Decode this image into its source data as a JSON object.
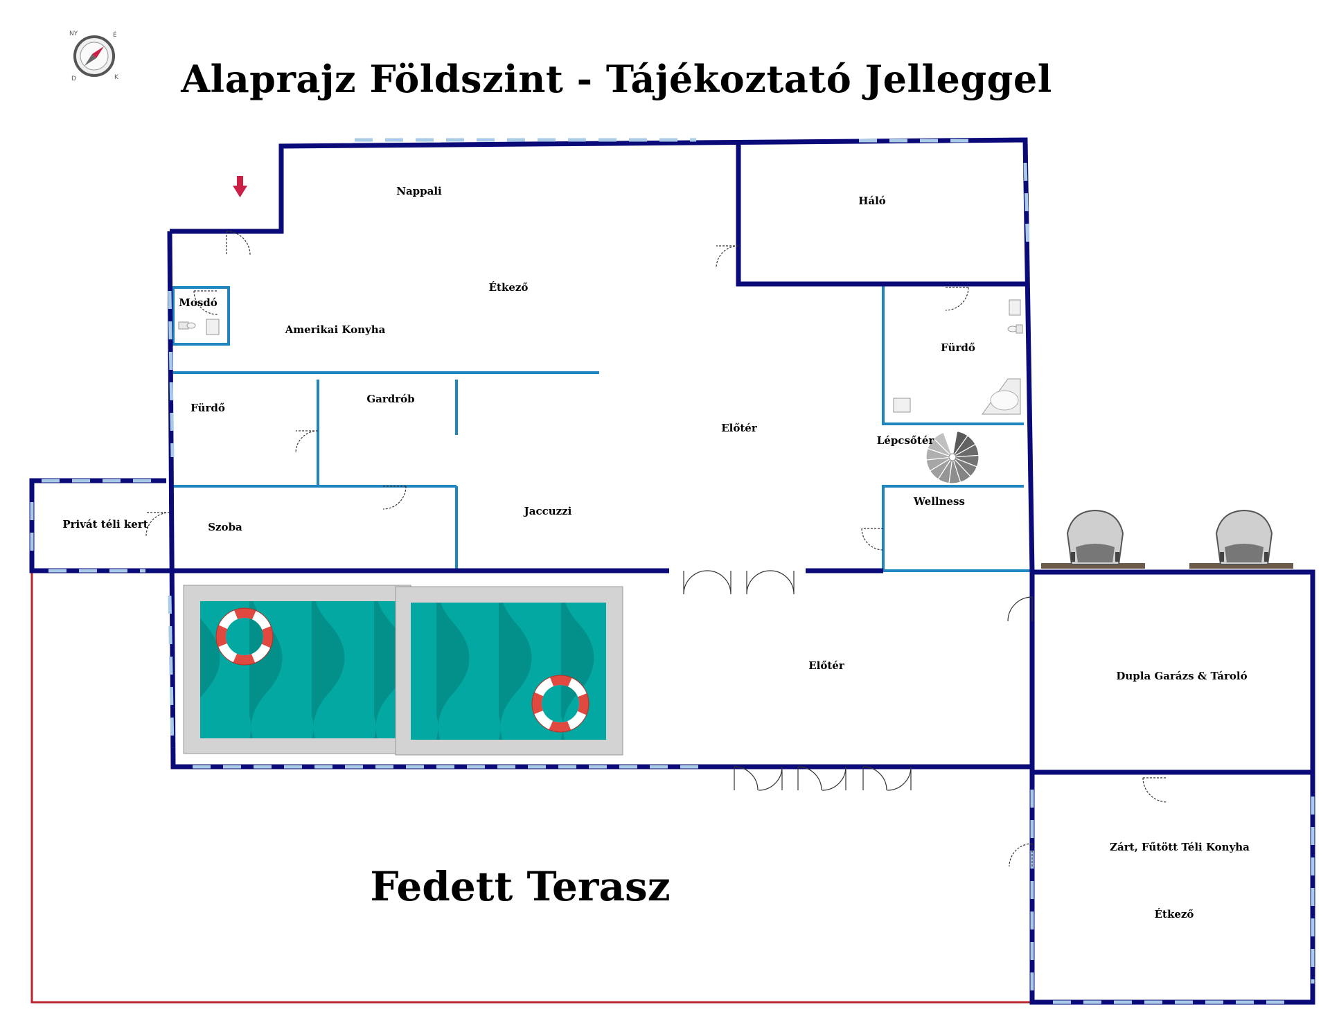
{
  "page": {
    "title": "Alaprajz Földszint - Tájékoztató Jelleggel"
  },
  "compass": {
    "letters": [
      "NY",
      "É",
      "K",
      "D"
    ]
  },
  "rooms": {
    "nappali": "Nappali",
    "etkezo": "Étkező",
    "amerikai_konyha": "Amerikai Konyha",
    "mosdo": "Mosdó",
    "halo": "Háló",
    "furdo_right": "Fürdő",
    "furdo_left": "Fürdő",
    "gardrob": "Gardrób",
    "eloter_upper": "Előtér",
    "lepcsoter": "Lépcsőtér",
    "wellness": "Wellness",
    "jaccuzzi": "Jaccuzzi",
    "szoba": "Szoba",
    "privat_teli_kert": "Privát téli kert",
    "eloter_lower": "Előtér",
    "dupla_garazs": "Dupla Garázs & Tároló",
    "teli_konyha": "Zárt, Fűtött Téli Konyha",
    "etkezo_kitchen": "Étkező",
    "fedett_terasz": "Fedett Terasz"
  },
  "colors": {
    "outer_wall": "#0a0a78",
    "inner_wall": "#1f86c0",
    "window": "#a9cbe8",
    "terrace_outline": "#b8242c",
    "entrance_arrow": "#cc1f45",
    "pool_water": "#03a8a2",
    "pool_wave": "#038f8a",
    "pool_deck": "#d3d3d3",
    "car_body": "#cfcfcf",
    "car_mat": "#6b5a4a"
  },
  "icons": [
    "compass-icon",
    "entrance-arrow-icon",
    "spiral-staircase-icon",
    "bathtub-icon",
    "toilet-icon",
    "sink-icon",
    "shower-icon",
    "car-icon",
    "lifebuoy-icon",
    "door-icon"
  ]
}
